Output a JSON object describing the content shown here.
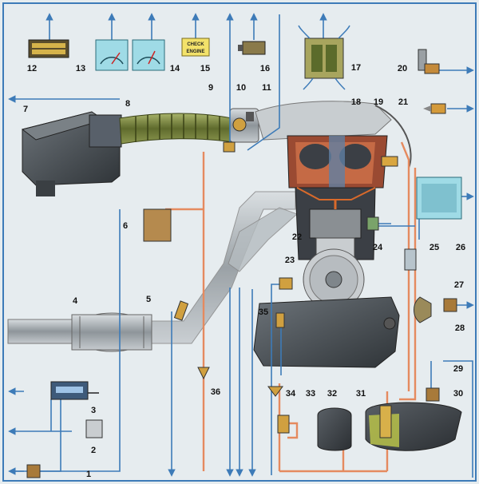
{
  "diagram": {
    "callouts": [
      "1",
      "2",
      "3",
      "4",
      "5",
      "6",
      "7",
      "8",
      "9",
      "10",
      "11",
      "12",
      "13",
      "14",
      "15",
      "16",
      "17",
      "18",
      "19",
      "20",
      "21",
      "22",
      "23",
      "24",
      "25",
      "26",
      "27",
      "28",
      "29",
      "30",
      "31",
      "32",
      "33",
      "34",
      "35",
      "36"
    ],
    "check_engine_label": [
      "CHECK",
      "ENGINE"
    ],
    "colors": {
      "background": "#e6ecef",
      "signal_wire": "#3d7bb8",
      "fuel_line": "#e58a5f",
      "engine": "#3b3f45",
      "intake_hose": "#6f7d3b"
    }
  }
}
